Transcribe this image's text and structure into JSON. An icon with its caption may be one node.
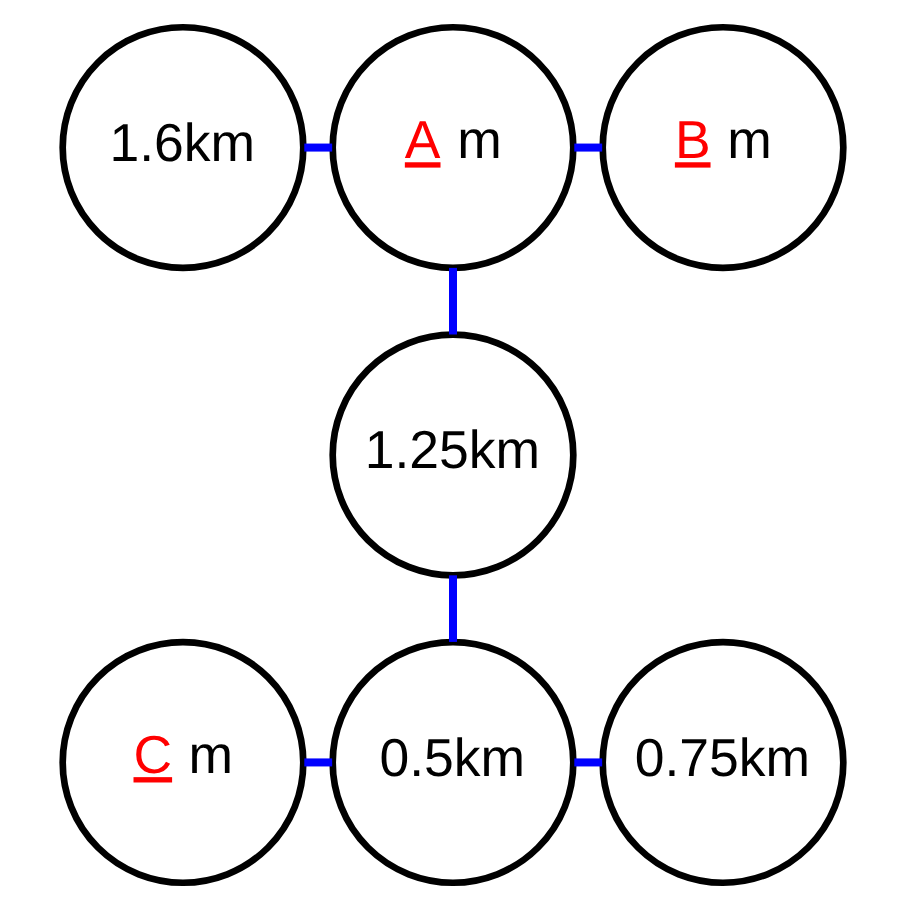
{
  "diagram": {
    "nodes": [
      {
        "text": [
          "1.6km"
        ]
      },
      {
        "text": [
          "A m"
        ]
      },
      {
        "text": [
          "B m"
        ]
      },
      {
        "text": [
          "1.25km"
        ]
      },
      {
        "text": [
          "C m"
        ]
      },
      {
        "text": [
          "0.5km"
        ]
      },
      {
        "text": [
          "0.75km"
        ]
      }
    ],
    "edges": [
      {
        "from": 0,
        "to": 1,
        "arrow": "none"
      },
      {
        "from": 1,
        "to": 2,
        "arrow": "none"
      },
      {
        "from": 1,
        "to": 3,
        "arrow": "none"
      },
      {
        "from": 3,
        "to": 5,
        "arrow": "none"
      },
      {
        "from": 4,
        "to": 5,
        "arrow": "none"
      },
      {
        "from": 5,
        "to": 6,
        "arrow": "none"
      }
    ]
  }
}
